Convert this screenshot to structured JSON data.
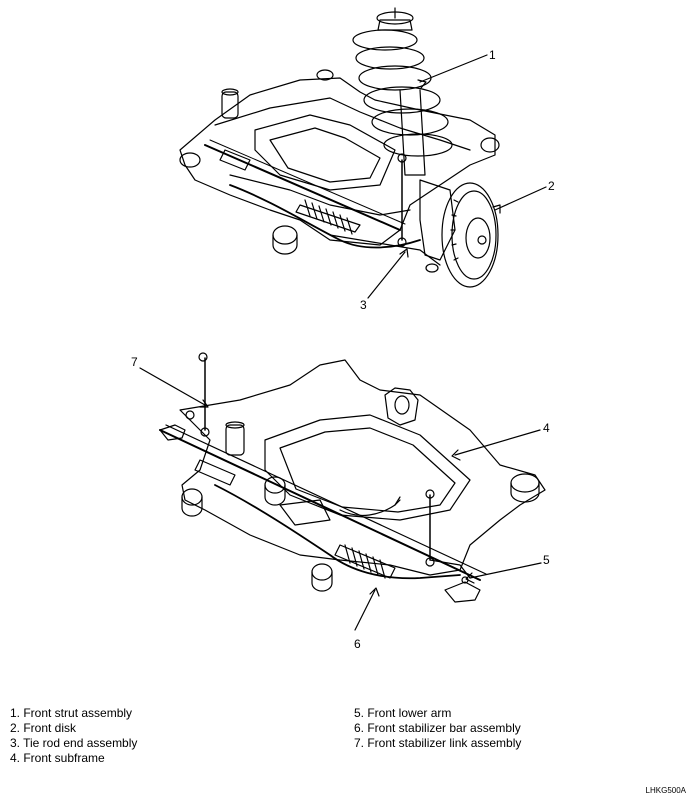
{
  "callouts": {
    "c1": "1",
    "c2": "2",
    "c3": "3",
    "c4": "4",
    "c5": "5",
    "c6": "6",
    "c7": "7"
  },
  "legend": {
    "left": [
      "1. Front strut assembly",
      "2. Front disk",
      "3. Tie rod end assembly",
      "4. Front subframe"
    ],
    "right": [
      "5. Front lower arm",
      "6. Front stabilizer bar assembly",
      "7. Front stabilizer link assembly"
    ]
  },
  "figure_code": "LHKG500A"
}
